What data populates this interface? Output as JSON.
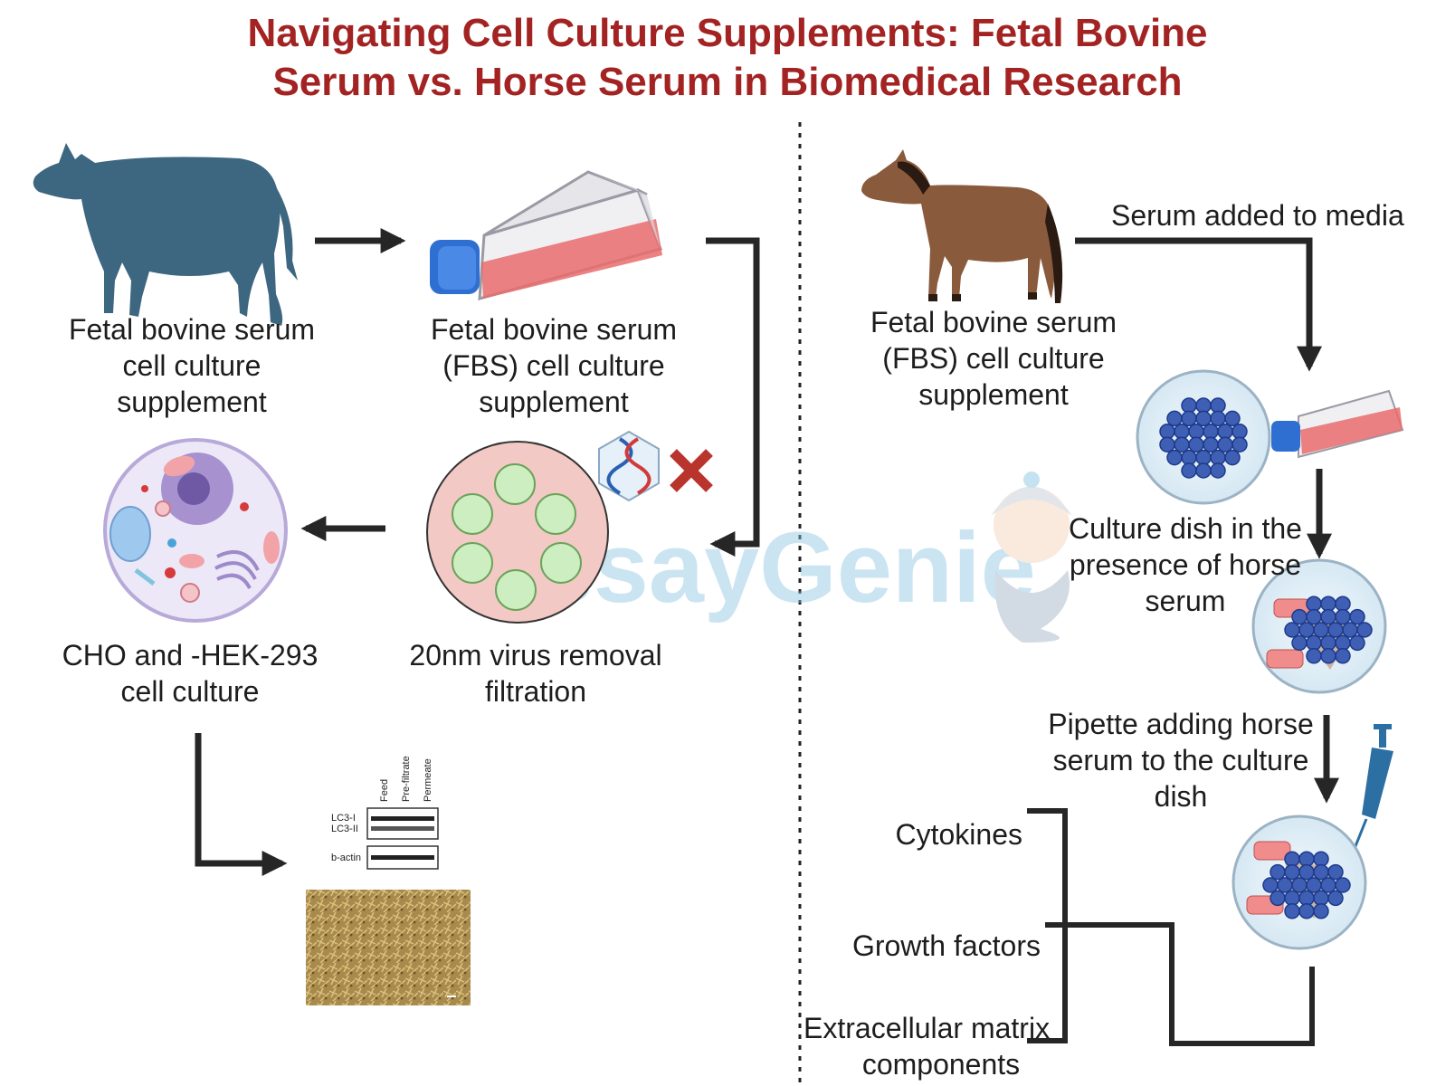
{
  "title": {
    "line1": "Navigating Cell Culture Supplements: Fetal Bovine",
    "line2": "Serum vs. Horse Serum in Biomedical Research"
  },
  "left": {
    "cow_label": [
      "Fetal bovine serum",
      "cell culture",
      "supplement"
    ],
    "flask_label": [
      "Fetal bovine serum",
      "(FBS) cell culture",
      "supplement"
    ],
    "filtration_label": [
      "20nm virus removal",
      "filtration"
    ],
    "cell_label": [
      "CHO and -HEK-293",
      "cell culture"
    ],
    "western_blot": {
      "lanes": [
        "Feed",
        "Pre-filtrate",
        "Permeate"
      ],
      "rows": [
        "LC3-I",
        "LC3-II",
        "b-actin"
      ]
    }
  },
  "right": {
    "horse_label": [
      "Fetal bovine serum",
      "(FBS) cell culture",
      "supplement"
    ],
    "serum_added": "Serum added to media",
    "dish_label": [
      "Culture dish in the",
      "presence of horse",
      "serum"
    ],
    "pipette_label": [
      "Pipette adding horse",
      "serum to the culture",
      "dish"
    ],
    "components": [
      "Cytokines",
      "Growth factors",
      "Extracellular matrix",
      "components"
    ]
  },
  "watermark": "AssayGenie",
  "colors": {
    "title": "#a32323",
    "cow": "#3d6680",
    "horse": "#8a5a3c",
    "arrow": "#262626",
    "cross": "#b8342d",
    "dish_cells": "#3f5fb5",
    "flask_media": "#e96c6c",
    "watermark": "#8ec5e3"
  }
}
